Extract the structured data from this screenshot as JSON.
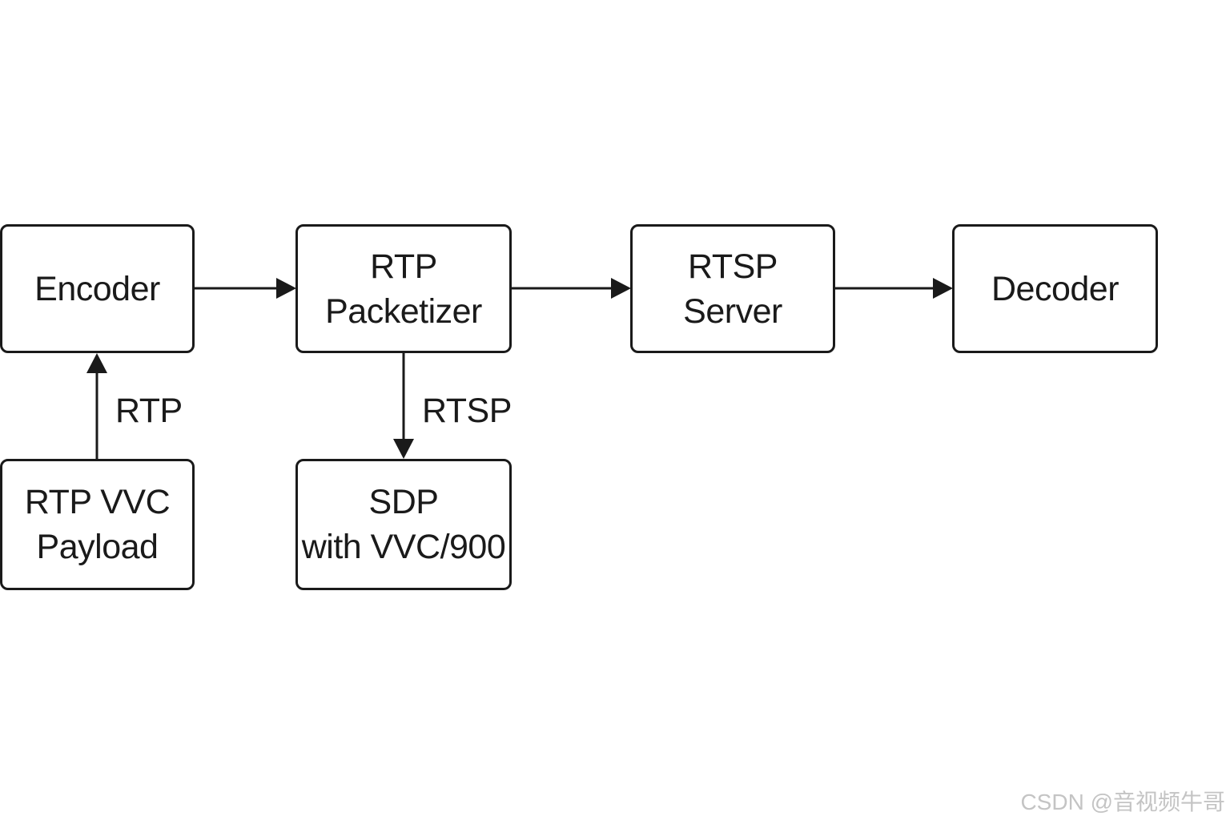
{
  "nodes": {
    "encoder": {
      "lines": [
        "Encoder"
      ]
    },
    "rtp_packetizer": {
      "lines": [
        "RTP",
        "Packetizer"
      ]
    },
    "rtsp_server": {
      "lines": [
        "RTSP",
        "Server"
      ]
    },
    "decoder": {
      "lines": [
        "Decoder"
      ]
    },
    "rtp_vvc_payload": {
      "lines": [
        "RTP VVC",
        "Payload"
      ]
    },
    "sdp": {
      "lines": [
        "SDP",
        "with VVC/900"
      ]
    }
  },
  "edges": {
    "payload_to_encoder": {
      "label": "RTP"
    },
    "packetizer_to_sdp": {
      "label": "RTSP"
    }
  },
  "watermark": "CSDN @音视频牛哥",
  "colors": {
    "stroke": "#1a1a1a",
    "background": "#ffffff",
    "watermark": "#c4c4c4"
  }
}
